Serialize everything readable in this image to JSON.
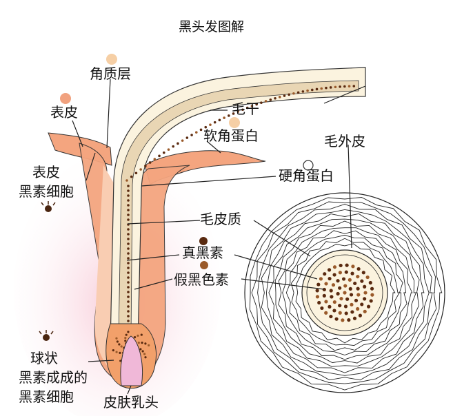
{
  "title": "黑头发图解",
  "labels": {
    "stratum_corneum": "角质层",
    "epidermis": "表皮",
    "epidermal_melanocyte_line1": "表皮",
    "epidermal_melanocyte_line2": "黑素细胞",
    "hair_shaft": "毛干",
    "soft_keratin": "软角蛋白",
    "cuticle": "毛外皮",
    "hard_keratin": "硬角蛋白",
    "cortex": "毛皮质",
    "eumelanin": "真黑素",
    "pheomelanin": "假黑色素",
    "bulb_melanocyte_line1": "球状",
    "bulb_melanocyte_line2": "黑素成成的",
    "bulb_melanocyte_line3": "黑素细胞",
    "dermal_papilla": "皮肤乳头"
  },
  "colors": {
    "skin": "#f4a57f",
    "skin_light": "#f9cdb2",
    "pink_glow": "#f7c6d4",
    "cream": "#fbf3df",
    "eumelanin": "#5a2a10",
    "pheomelanin": "#9a5a2a",
    "papilla": "#f0b8d8",
    "marker_stratum": "#f6cfa5",
    "marker_epidermis": "#f1a27f",
    "marker_soft": "#f6cfa5",
    "marker_hard": "#ffffff"
  }
}
